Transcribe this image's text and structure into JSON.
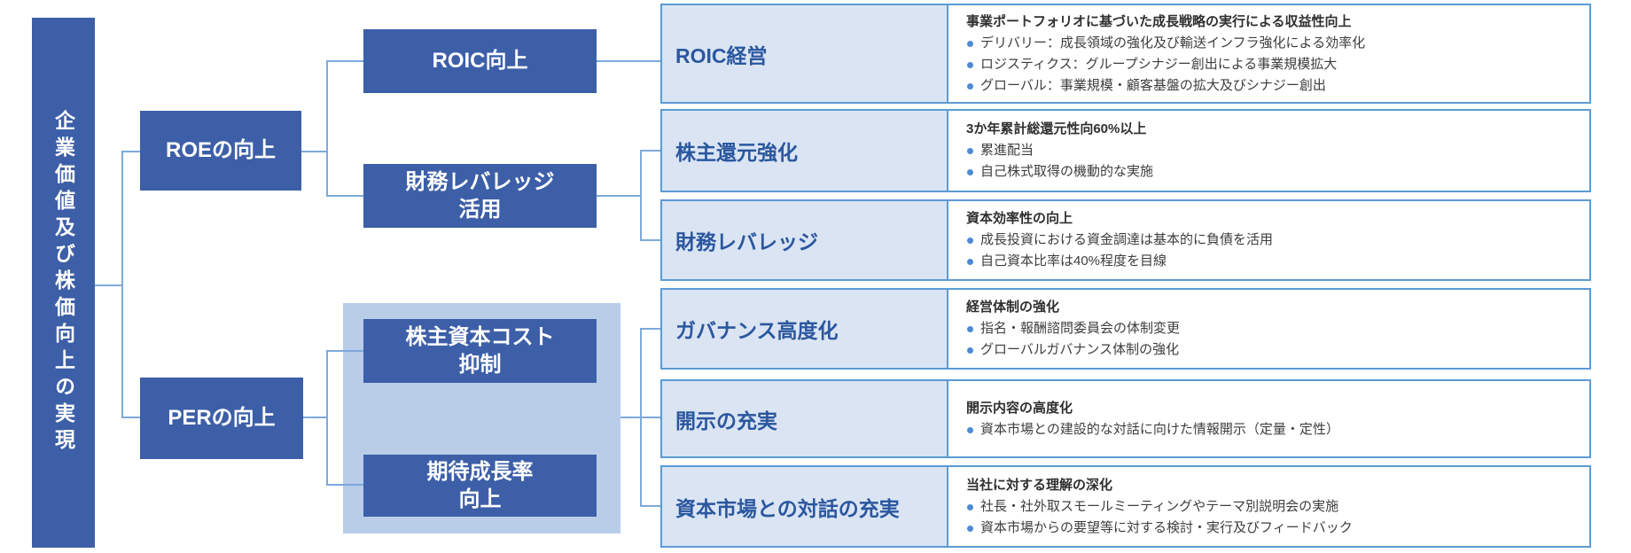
{
  "colors": {
    "primary_blue": "#3d5fa8",
    "group_container_blue": "#b9cde9",
    "row_label_bg": "#dae4f3",
    "row_border": "#5b9bd5",
    "connector_line": "#7ea9da",
    "row_label_text": "#2b579f",
    "bullet_dot": "#4e8ad4",
    "heading_text": "#2f2f2f",
    "body_text": "#3d3d3d"
  },
  "tree": {
    "root_label": "企業価値及び株価向上の実現",
    "roe_label": "ROEの向上",
    "per_label": "PERの向上",
    "roic_label": "ROIC向上",
    "leverage_use_label": "財務レバレッジ\n活用",
    "equity_cost_label": "株主資本コスト\n抑制",
    "growth_label": "期待成長率\n向上"
  },
  "rows": [
    {
      "label": "ROIC経営",
      "heading": "事業ポートフォリオに基づいた成長戦略の実行による収益性向上",
      "bullets": [
        "デリバリー：成長領域の強化及び輸送インフラ強化による効率化",
        "ロジスティクス：グループシナジー創出による事業規模拡大",
        "グローバル：事業規模・顧客基盤の拡大及びシナジー創出"
      ]
    },
    {
      "label": "株主還元強化",
      "heading": "3か年累計総還元性向60%以上",
      "bullets": [
        "累進配当",
        "自己株式取得の機動的な実施"
      ]
    },
    {
      "label": "財務レバレッジ",
      "heading": "資本効率性の向上",
      "bullets": [
        "成長投資における資金調達は基本的に負債を活用",
        "自己資本比率は40%程度を目線"
      ]
    },
    {
      "label": "ガバナンス高度化",
      "heading": "経営体制の強化",
      "bullets": [
        "指名・報酬諮問委員会の体制変更",
        "グローバルガバナンス体制の強化"
      ]
    },
    {
      "label": "開示の充実",
      "heading": "開示内容の高度化",
      "bullets": [
        "資本市場との建設的な対話に向けた情報開示（定量・定性）"
      ]
    },
    {
      "label": "資本市場との対話の充実",
      "heading": "当社に対する理解の深化",
      "bullets": [
        "社長・社外取スモールミーティングやテーマ別説明会の実施",
        "資本市場からの要望等に対する検討・実行及びフィードバック"
      ]
    }
  ]
}
